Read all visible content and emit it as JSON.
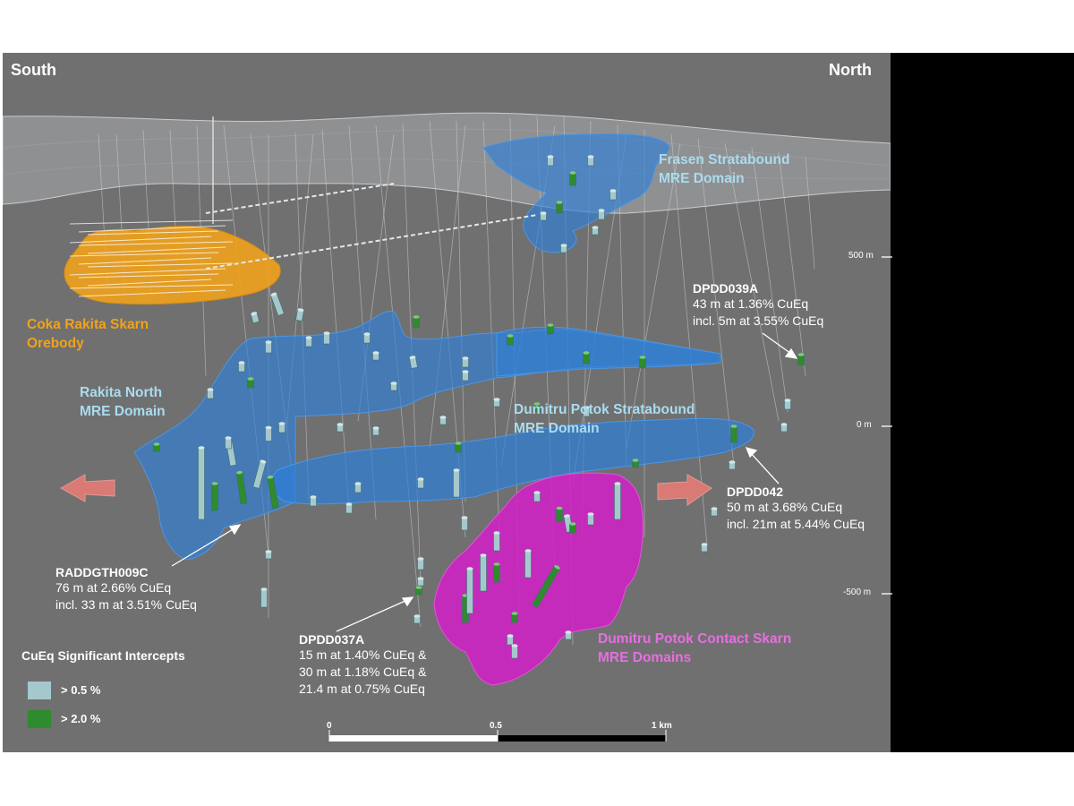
{
  "orientation": {
    "left": "South",
    "right": "North"
  },
  "domains": {
    "frasen": [
      "Frasen Stratabound",
      "MRE Domain"
    ],
    "coka_rakita": [
      "Coka Rakita Skarn",
      "Orebody"
    ],
    "rakita_north": [
      "Rakita North",
      "MRE Domain"
    ],
    "dumitru_stratabound": [
      "Dumitru Potok Stratabound",
      "MRE Domain"
    ],
    "dumitru_skarn": [
      "Dumitru Potok Contact Skarn",
      "MRE Domains"
    ]
  },
  "holes": {
    "dpdd039a": {
      "id": "DPDD039A",
      "lines": [
        "43 m at 1.36% CuEq",
        "incl. 5m at 3.55% CuEq"
      ]
    },
    "dpdd042": {
      "id": "DPDD042",
      "lines": [
        "50 m at 3.68% CuEq",
        "incl. 21m at 5.44% CuEq"
      ]
    },
    "raddgth009c": {
      "id": "RADDGTH009C",
      "lines": [
        "76 m at 2.66% CuEq",
        "incl. 33 m at 3.51% CuEq"
      ]
    },
    "dpdd037a": {
      "id": "DPDD037A",
      "lines": [
        "15 m at 1.40% CuEq &",
        "30 m at 1.18% CuEq &",
        "21.4 m at 0.75% CuEq"
      ]
    }
  },
  "elevation_ticks": [
    "500 m",
    "0 m",
    "-500 m"
  ],
  "legend": {
    "title": "CuEq Significant Intercepts",
    "items": [
      {
        "label": "> 0.5 %",
        "color": "#a5c8cd"
      },
      {
        "label": "> 2.0 %",
        "color": "#2e8b2e"
      }
    ]
  },
  "scale_bar": {
    "labels": [
      "0",
      "0.5",
      "1 km"
    ]
  },
  "colors": {
    "domain_blue": "#2e7fd8",
    "orebody_orange": "#f0a21c",
    "skarn_magenta": "#d21fc8",
    "label_blue": "#a9dcef",
    "label_orange": "#f0a21c",
    "label_magenta": "#e56fe0",
    "arrow_salmon": "#d97a74"
  }
}
